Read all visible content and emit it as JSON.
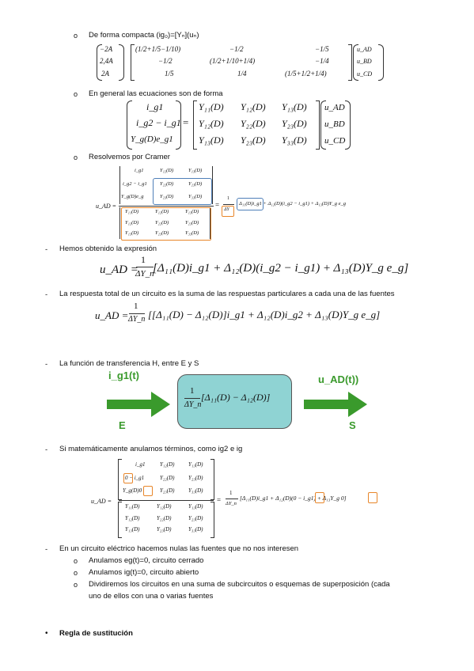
{
  "s1": {
    "bullet": "o",
    "text": "De forma compacta (ig₀)=[Yₙ](uₙ)"
  },
  "m1": {
    "lhs": [
      "−2A",
      "2,4A",
      "2A"
    ],
    "rows": [
      [
        "(1/2+1/5−1/10)",
        "−1/2",
        "−1/5"
      ],
      [
        "−1/2",
        "(1/2+1/10+1/4)",
        "−1/4"
      ],
      [
        "1/5",
        "1/4",
        "(1/5+1/2+1/4)"
      ]
    ],
    "vec": [
      "u_AD",
      "u_BD",
      "u_CD"
    ]
  },
  "s2": {
    "bullet": "o",
    "text": "En general las ecuaciones son de forma"
  },
  "m2": {
    "lhs": [
      "i_g1",
      "i_g2 − i_g1",
      "Y_g(D)e_g1"
    ],
    "eq": "=",
    "rows": [
      [
        "Y₁₁(D)",
        "Y₁₂(D)",
        "Y₁₃(D)"
      ],
      [
        "Y₁₂(D)",
        "Y₂₂(D)",
        "Y₂₃(D)"
      ],
      [
        "Y₁₃(D)",
        "Y₂₃(D)",
        "Y₃₃(D)"
      ]
    ],
    "vec": [
      "u_AD",
      "u_BD",
      "u_CD"
    ]
  },
  "s3": {
    "bullet": "o",
    "text": "Resolvemos por Cramer"
  },
  "m3": {
    "lhs": "u_AD =",
    "num": [
      [
        "i_g1",
        "Y₁₂(D)",
        "Y₁₃(D)"
      ],
      [
        "i_g2 − i_g1",
        "Y₂₂(D)",
        "Y₂₃(D)"
      ],
      [
        "Y_g(D)e_g",
        "Y₂₃(D)",
        "Y₃₃(D)"
      ]
    ],
    "den": [
      [
        "Y₁₁(D)",
        "Y₁₂(D)",
        "Y₁₃(D)"
      ],
      [
        "Y₁₂(D)",
        "Y₂₂(D)",
        "Y₂₃(D)"
      ],
      [
        "Y₁₃(D)",
        "Y₂₃(D)",
        "Y₃₃(D)"
      ]
    ],
    "eq": "=",
    "frac_num": "1",
    "frac_den": "ΔY",
    "rhs": "Δ₁₁(D)i_g1 + Δ₁₂(D)(i_g2 − i_g1) + Δ₁₃(D)Y_g e_g"
  },
  "s4": {
    "bullet": "-",
    "text": "Hemos obtenido la expresión"
  },
  "eq4": {
    "lhs": "u_AD =",
    "num": "1",
    "den": "ΔY_n",
    "rhs": "[Δ₁₁(D)i_g1 + Δ₁₂(D)(i_g2 − i_g1) + Δ₁₃(D)Y_g e_g]"
  },
  "s5": {
    "bullet": "-",
    "text": "La respuesta total de un circuito es la suma de las respuestas particulares a cada una de las fuentes"
  },
  "eq5": {
    "lhs": "u_AD =",
    "num": "1",
    "den": "ΔY_n",
    "rhs": "[[Δ₁₁(D) − Δ₁₂(D)]i_g1 + Δ₁₂(D)i_g2 + Δ₁₃(D)Y_g e_g]"
  },
  "s6": {
    "bullet": "-",
    "text": "La función de transferencia H, entre E y S"
  },
  "diag": {
    "in_label": "i_g1(t)",
    "out_label": "u_AD(t))",
    "e": "E",
    "s": "S",
    "box_num": "1",
    "box_den": "ΔY_n",
    "box_expr": "[Δ₁₁(D) − Δ₁₂(D)]",
    "green": "#3a9a2c",
    "box_fill": "#8fd3d3"
  },
  "s7": {
    "bullet": "-",
    "text": "Si matemáticamente anulamos términos, como ig2 e ig"
  },
  "m7": {
    "lhs": "u_AD =",
    "num": [
      [
        "i_g1",
        "Y₁₂(D)",
        "Y₁₃(D)"
      ],
      [
        "0 − i_g1",
        "Y₂₂(D)",
        "Y₂₃(D)"
      ],
      [
        "Y_g(D)0",
        "Y₂₃(D)",
        "Y₃₃(D)"
      ]
    ],
    "den": [
      [
        "Y₁₁(D)",
        "Y₁₂(D)",
        "Y₁₃(D)"
      ],
      [
        "Y₁₂(D)",
        "Y₂₂(D)",
        "Y₂₃(D)"
      ],
      [
        "Y₁₃(D)",
        "Y₂₃(D)",
        "Y₃₃(D)"
      ]
    ],
    "eq": "=",
    "frac_num": "1",
    "frac_den": "ΔY_n",
    "rhs": "[Δ₁₁(D)i_g1 + Δ₁₂(D)(0 − i_g1) + Δ₁₃Y_g 0]"
  },
  "s8": {
    "bullet": "-",
    "text": "En un circuito eléctrico hacemos nulas las fuentes que no nos interesen"
  },
  "s8a": {
    "bullet": "o",
    "text": "Anulamos eg(t)=0, circuito cerrado"
  },
  "s8b": {
    "bullet": "o",
    "text": "Anulamos ig(t)=0, circuito abierto"
  },
  "s8c": {
    "bullet": "o",
    "text": "Dividiremos los circuitos en una suma de subcircuitos o esquemas de superposición (cada",
    "text2": "uno de ellos con una o varias fuentes"
  },
  "s9": {
    "bullet": "•",
    "text": "Regla de sustitución"
  }
}
